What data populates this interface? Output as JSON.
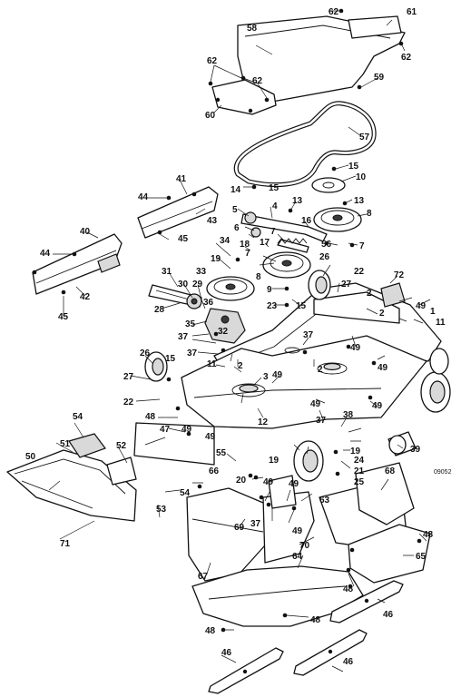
{
  "diagram": {
    "figure_code": "09052",
    "callouts": [
      "1",
      "2",
      "3",
      "4",
      "5",
      "6",
      "7",
      "8",
      "9",
      "10",
      "11",
      "12",
      "13",
      "14",
      "15",
      "16",
      "17",
      "18",
      "19",
      "20",
      "21",
      "22",
      "23",
      "24",
      "25",
      "26",
      "27",
      "28",
      "29",
      "30",
      "31",
      "32",
      "33",
      "34",
      "35",
      "36",
      "37",
      "38",
      "39",
      "40",
      "41",
      "42",
      "43",
      "44",
      "45",
      "46",
      "47",
      "48",
      "49",
      "50",
      "51",
      "52",
      "53",
      "54",
      "55",
      "56",
      "57",
      "58",
      "59",
      "60",
      "61",
      "62",
      "63",
      "64",
      "65",
      "66",
      "67",
      "68",
      "69",
      "70",
      "71",
      "72"
    ]
  }
}
